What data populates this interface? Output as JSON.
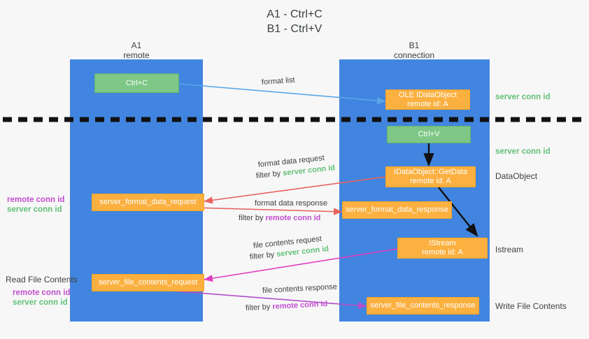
{
  "title": "A1 - Ctrl+C\nB1 - Ctrl+V",
  "columns": [
    {
      "name": "A1",
      "sub": "remote"
    },
    {
      "name": "B1",
      "sub": "connection"
    }
  ],
  "colors": {
    "lane": "#4285e0",
    "green_box": "#7ec786",
    "orange_box": "#fbb040",
    "server_conn_id": "#63c178",
    "remote_conn_id": "#c24ed0",
    "arrow_blue": "#5aa7e8",
    "arrow_red": "#e8635e",
    "arrow_magenta": "#e03fc0",
    "arrow_purple": "#b050c8",
    "arrow_black": "#000000",
    "background": "#f7f7f7"
  },
  "boxes": {
    "ctrl_c": "Ctrl+C",
    "ole_idataobject": "OLE IDataObject\nremote id: A",
    "ctrl_v": "Ctrl+V",
    "getdata": "IDataObject::GetData\nremote id: A",
    "istream": "IStream\nremote id: A",
    "server_format_data_request": "server_format_data_request",
    "server_format_data_response": "server_format_data_response",
    "server_file_contents_request": "server_file_contents_request",
    "server_file_contents_response": "server_file_contents_response"
  },
  "right_labels": {
    "server_conn_id_top": "server conn id",
    "server_conn_id_mid": "server conn id",
    "dataobject": "DataObject",
    "istream": "Istream",
    "write_file_contents": "Write File Contents"
  },
  "left_labels": {
    "remote_conn_id_1": "remote conn id",
    "server_conn_id_1": "server conn id",
    "read_file_contents": "Read File Contents",
    "remote_conn_id_2": "remote conn id",
    "server_conn_id_2": "server conn id"
  },
  "annotations": {
    "format_list": "format list",
    "format_data_request": "format data request",
    "filter_by": "filter by",
    "format_data_request_key": "server conn id",
    "format_data_response": "format data response",
    "format_data_response_key": "remote conn id",
    "file_contents_request": "file contents request",
    "file_contents_request_key": "server conn id",
    "file_contents_response": "file contents response",
    "file_contents_response_key": "remote conn id"
  }
}
